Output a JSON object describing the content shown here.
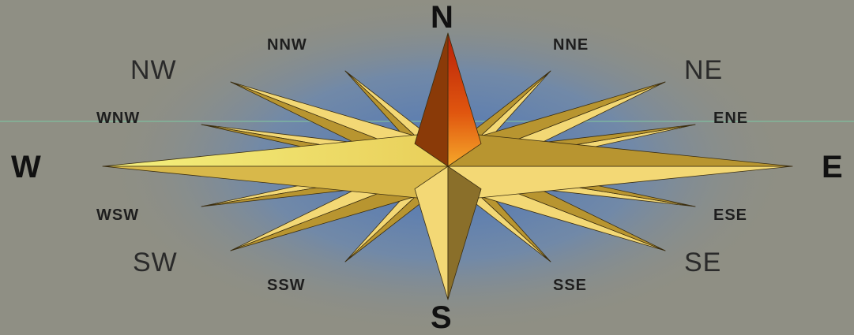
{
  "colors": {
    "background": "#8f8f84",
    "glow_center": "#5a7fb8",
    "point_gold_light": "#f3d875",
    "point_gold_dark": "#b89530",
    "north_tip_red": "#c8320a",
    "north_tip_orange": "#f08a1c",
    "west_tip_light": "#f6ee74",
    "horizon_line": "#7fbfa0"
  },
  "labels": {
    "n": "N",
    "s": "S",
    "e": "E",
    "w": "W",
    "ne": "NE",
    "nw": "NW",
    "se": "SE",
    "sw": "SW",
    "nne": "NNE",
    "nnw": "NNW",
    "ene": "ENE",
    "wnw": "WNW",
    "ese": "ESE",
    "wsw": "WSW",
    "sse": "SSE",
    "ssw": "SSW"
  }
}
